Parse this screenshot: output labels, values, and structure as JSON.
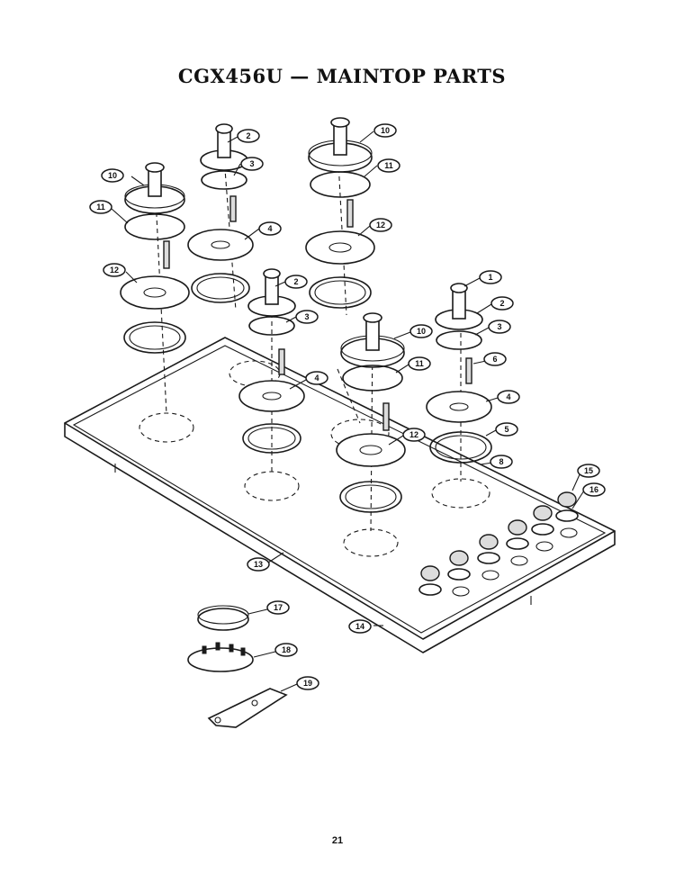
{
  "title": "CGX456U — MAINTOP PARTS",
  "page_number": "21",
  "callouts": [
    "1",
    "2",
    "3",
    "4",
    "5",
    "6",
    "8",
    "10",
    "11",
    "12",
    "13",
    "14",
    "15",
    "16",
    "17",
    "18",
    "19"
  ]
}
